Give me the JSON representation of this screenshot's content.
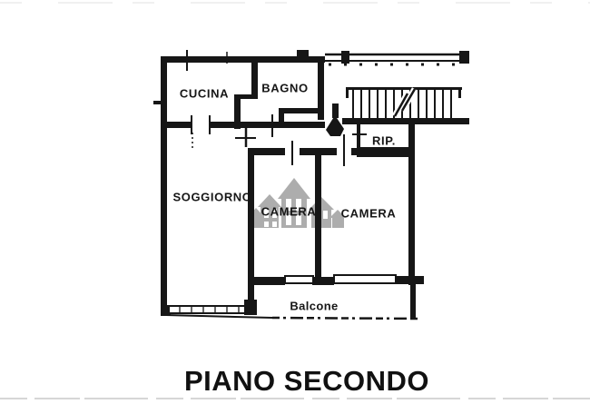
{
  "colors": {
    "line": "#161616",
    "background": "#ffffff",
    "watermark": "#adadad",
    "scan_artifact": "#cccccc"
  },
  "floorplan": {
    "title": "PIANO SECONDO",
    "rooms": [
      {
        "key": "cucina",
        "label": "CUCINA"
      },
      {
        "key": "bagno",
        "label": "BAGNO"
      },
      {
        "key": "ripostiglio",
        "label": "RIP."
      },
      {
        "key": "soggiorno",
        "label": "SOGGIORNO"
      },
      {
        "key": "camera-1",
        "label": "CAMERA"
      },
      {
        "key": "camera-2",
        "label": "CAMERA"
      },
      {
        "key": "balcone",
        "label": "Balcone"
      }
    ],
    "icons": [
      {
        "name": "staircase-icon"
      },
      {
        "name": "entrance-door-icon"
      },
      {
        "name": "houses-watermark-icon"
      }
    ]
  }
}
